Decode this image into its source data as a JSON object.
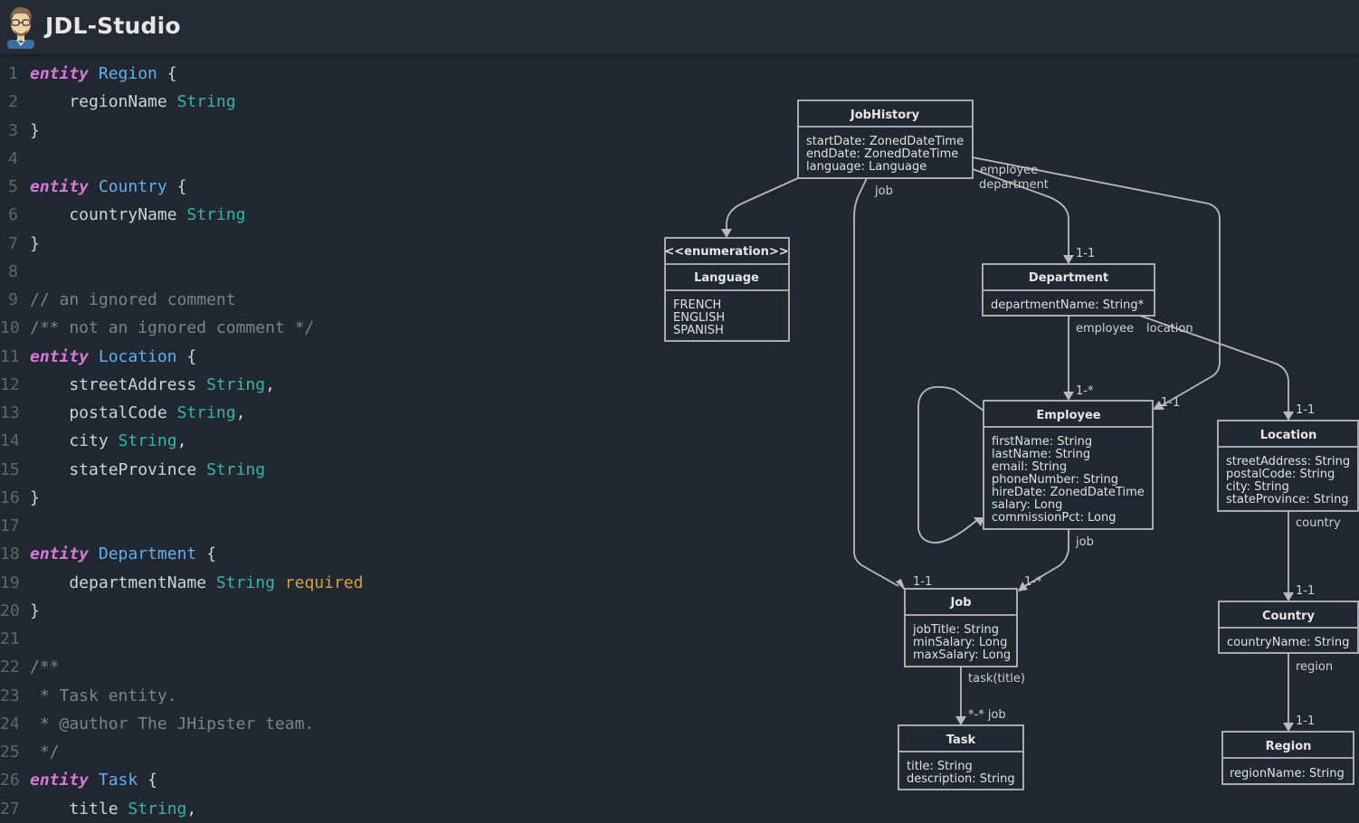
{
  "app": {
    "title": "JDL-Studio",
    "logo_icon": "hipster-avatar-icon"
  },
  "colors": {
    "background": "#222831",
    "keyword": "#d57ad6",
    "entity_name": "#61afef",
    "type": "#33b5a6",
    "validation": "#d9a132",
    "comment": "#7b838e",
    "diagram_stroke": "#b9b9b9"
  },
  "editor": {
    "lines": [
      {
        "n": "1",
        "tokens": [
          {
            "t": "entity",
            "c": "kw"
          },
          {
            "t": " "
          },
          {
            "t": "Region",
            "c": "ent"
          },
          {
            "t": " {"
          }
        ]
      },
      {
        "n": "2",
        "tokens": [
          {
            "t": "    regionName "
          },
          {
            "t": "String",
            "c": "typ"
          }
        ]
      },
      {
        "n": "3",
        "tokens": [
          {
            "t": "}"
          }
        ]
      },
      {
        "n": "4",
        "tokens": []
      },
      {
        "n": "5",
        "tokens": [
          {
            "t": "entity",
            "c": "kw"
          },
          {
            "t": " "
          },
          {
            "t": "Country",
            "c": "ent"
          },
          {
            "t": " {"
          }
        ]
      },
      {
        "n": "6",
        "tokens": [
          {
            "t": "    countryName "
          },
          {
            "t": "String",
            "c": "typ"
          }
        ]
      },
      {
        "n": "7",
        "tokens": [
          {
            "t": "}"
          }
        ]
      },
      {
        "n": "8",
        "tokens": []
      },
      {
        "n": "9",
        "tokens": [
          {
            "t": "// an ignored comment",
            "c": "cmt"
          }
        ]
      },
      {
        "n": "10",
        "tokens": [
          {
            "t": "/** not an ignored comment */",
            "c": "cmt"
          }
        ]
      },
      {
        "n": "11",
        "tokens": [
          {
            "t": "entity",
            "c": "kw"
          },
          {
            "t": " "
          },
          {
            "t": "Location",
            "c": "ent"
          },
          {
            "t": " {"
          }
        ]
      },
      {
        "n": "12",
        "tokens": [
          {
            "t": "    streetAddress "
          },
          {
            "t": "String",
            "c": "typ"
          },
          {
            "t": ","
          }
        ]
      },
      {
        "n": "13",
        "tokens": [
          {
            "t": "    postalCode "
          },
          {
            "t": "String",
            "c": "typ"
          },
          {
            "t": ","
          }
        ]
      },
      {
        "n": "14",
        "tokens": [
          {
            "t": "    city "
          },
          {
            "t": "String",
            "c": "typ"
          },
          {
            "t": ","
          }
        ]
      },
      {
        "n": "15",
        "tokens": [
          {
            "t": "    stateProvince "
          },
          {
            "t": "String",
            "c": "typ"
          }
        ]
      },
      {
        "n": "16",
        "tokens": [
          {
            "t": "}"
          }
        ]
      },
      {
        "n": "17",
        "tokens": []
      },
      {
        "n": "18",
        "tokens": [
          {
            "t": "entity",
            "c": "kw"
          },
          {
            "t": " "
          },
          {
            "t": "Department",
            "c": "ent"
          },
          {
            "t": " {"
          }
        ]
      },
      {
        "n": "19",
        "tokens": [
          {
            "t": "    departmentName "
          },
          {
            "t": "String",
            "c": "typ"
          },
          {
            "t": " "
          },
          {
            "t": "required",
            "c": "val"
          }
        ]
      },
      {
        "n": "20",
        "tokens": [
          {
            "t": "}"
          }
        ]
      },
      {
        "n": "21",
        "tokens": []
      },
      {
        "n": "22",
        "tokens": [
          {
            "t": "/**",
            "c": "cmt"
          }
        ]
      },
      {
        "n": "23",
        "tokens": [
          {
            "t": " * Task entity.",
            "c": "cmt"
          }
        ]
      },
      {
        "n": "24",
        "tokens": [
          {
            "t": " * @author The JHipster team.",
            "c": "cmt"
          }
        ]
      },
      {
        "n": "25",
        "tokens": [
          {
            "t": " */",
            "c": "cmt"
          }
        ]
      },
      {
        "n": "26",
        "tokens": [
          {
            "t": "entity",
            "c": "kw"
          },
          {
            "t": " "
          },
          {
            "t": "Task",
            "c": "ent"
          },
          {
            "t": " {"
          }
        ]
      },
      {
        "n": "27",
        "tokens": [
          {
            "t": "    title "
          },
          {
            "t": "String",
            "c": "typ"
          },
          {
            "t": ","
          }
        ]
      }
    ]
  },
  "diagram": {
    "entities": {
      "jobhistory": {
        "title": "JobHistory",
        "attrs": [
          "startDate: ZonedDateTime",
          "endDate: ZonedDateTime",
          "language: Language"
        ]
      },
      "language": {
        "stereotype": "<<enumeration>>",
        "title": "Language",
        "attrs": [
          "FRENCH",
          "ENGLISH",
          "SPANISH"
        ]
      },
      "department": {
        "title": "Department",
        "attrs": [
          "departmentName: String*"
        ]
      },
      "employee": {
        "title": "Employee",
        "attrs": [
          "firstName: String",
          "lastName: String",
          "email: String",
          "phoneNumber: String",
          "hireDate: ZonedDateTime",
          "salary: Long",
          "commissionPct: Long"
        ]
      },
      "location": {
        "title": "Location",
        "attrs": [
          "streetAddress: String",
          "postalCode: String",
          "city: String",
          "stateProvince: String"
        ]
      },
      "job": {
        "title": "Job",
        "attrs": [
          "jobTitle: String",
          "minSalary: Long",
          "maxSalary: Long"
        ]
      },
      "country": {
        "title": "Country",
        "attrs": [
          "countryName: String"
        ]
      },
      "task": {
        "title": "Task",
        "attrs": [
          "title: String",
          "description: String"
        ]
      },
      "region": {
        "title": "Region",
        "attrs": [
          "regionName: String"
        ]
      }
    },
    "labels": {
      "jh_employee": "employee",
      "jh_department": "department",
      "jh_job": "job",
      "dept_card": "1-1",
      "dept_employee": "employee",
      "dept_location": "location",
      "emp_card": "1-*",
      "emp_card2": "1-1",
      "loc_card": "1-1",
      "emp_job": "job",
      "job_card1": "1-1",
      "job_card2": "1-*",
      "loc_country": "country",
      "country_card": "1-1",
      "job_task": "task(title)",
      "task_card": "*-* job",
      "country_region": "region",
      "region_card": "1-1"
    }
  }
}
